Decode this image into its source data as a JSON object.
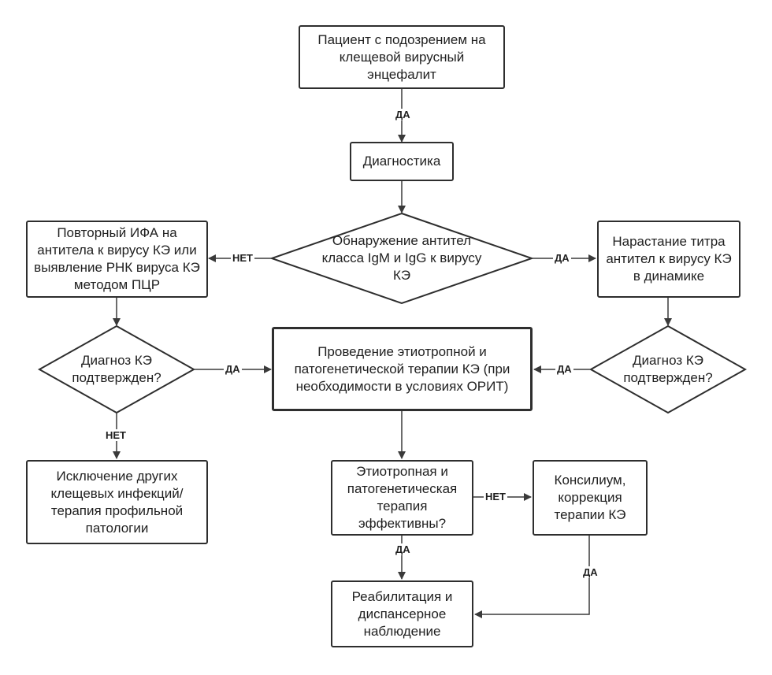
{
  "nodes": {
    "patient": "Пациент с подозрением на клещевой вирусный энцефалит",
    "diagnostics": "Диагностика",
    "antibodies": "Обнаружение антител класса IgM и IgG к вирусу КЭ",
    "repeat_test": "Повторный ИФА на антитела к вирусу КЭ или выявление РНК вируса КЭ методом ПЦР",
    "titer_growth": "Нарастание титра антител к вирусу КЭ в динамике",
    "diag_left": "Диагноз КЭ подтвержден?",
    "therapy": "Проведение этиотропной и патогенетической терапии КЭ (при необходимости в условиях ОРИТ)",
    "diag_right": "Диагноз КЭ подтвержден?",
    "exclusion": "Исключение других клещевых инфекций/терапия профильной патологии",
    "effective": "Этиотропная и патогенетическая терапия эффективны?",
    "council": "Консилиум, коррекция терапии КЭ",
    "rehab": "Реабилитация и диспансерное наблюдение"
  },
  "edges": {
    "yes": "ДА",
    "no": "НЕТ"
  },
  "colors": {
    "stroke": "#2e2e2e",
    "text": "#1f1f1f",
    "background": "#ffffff"
  }
}
